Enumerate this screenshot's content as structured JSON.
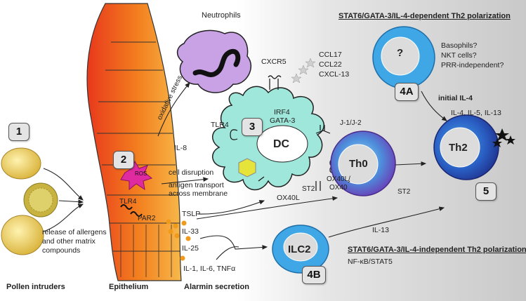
{
  "colors": {
    "epithelium_outer": "#f7b84a",
    "epithelium_inner": "#e8391c",
    "dc_body": "#9fe7da",
    "neutrophil": "#c9a2e6",
    "cell_blue": "#3fa7e6",
    "th0_purple": "#6b3bb5",
    "th2_navy": "#1e2f8a",
    "ros": "#e02aa0",
    "dots": "#f09a1c",
    "hexagon": "#e6e43a"
  },
  "labels": {
    "pollen_intruders": "Pollen intruders",
    "epithelium": "Epithelium",
    "alarmin_secretion": "Alarmin secretion",
    "neutrophils": "Neutrophils",
    "oxidative_stress": "oxidative stress",
    "il8": "IL-8",
    "cell_disruption": "cell disruption",
    "antigen_transport_1": "antigen transport",
    "antigen_transport_2": "across membrane",
    "release_1": "release of allergens",
    "release_2": "and other matrix",
    "release_3": "compounds",
    "ros": "ROS",
    "tlr4_epi": "TLR4",
    "par2": "PAR2",
    "tslp": "TSLP",
    "il33": "IL-33",
    "il25": "IL-25",
    "il1_il6_tnfa": "IL-1, IL-6, TNFα",
    "cxcr5": "CXCR5",
    "ccl17": "CCL17",
    "ccl22": "CCL22",
    "cxcl13": "CXCL-13",
    "irf4": "IRF4",
    "gata3": "GATA-3",
    "tlr4_dc": "TLR4",
    "dc": "DC",
    "j1j2": "J-1/J-2",
    "ox40l_ox40_1": "OX40L/",
    "ox40l_ox40_2": "OX40",
    "st2_dc": "ST2",
    "ox40l": "OX40L",
    "th0": "Th0",
    "st2_th0": "ST2",
    "th2": "Th2",
    "top_heading": "STAT6/GATA-3/IL-4-dependent Th2 polarization",
    "question": "?",
    "basophils": "Basophils?",
    "nkt_cells": "NKT cells?",
    "prr_independent": "PRR-independent?",
    "initial_il4": "initial IL-4",
    "il4_il5_il13": "IL-4, IL-5, IL-13",
    "ilc2": "ILC2",
    "il13": "IL-13",
    "bottom_heading": "STAT6/GATA-3/IL-4-independent Th2 polarization",
    "nfkb_stat5": "NF-κB/STAT5"
  },
  "badges": {
    "b1": "1",
    "b2": "2",
    "b3": "3",
    "b4a": "4A",
    "b4b": "4B",
    "b5": "5"
  }
}
